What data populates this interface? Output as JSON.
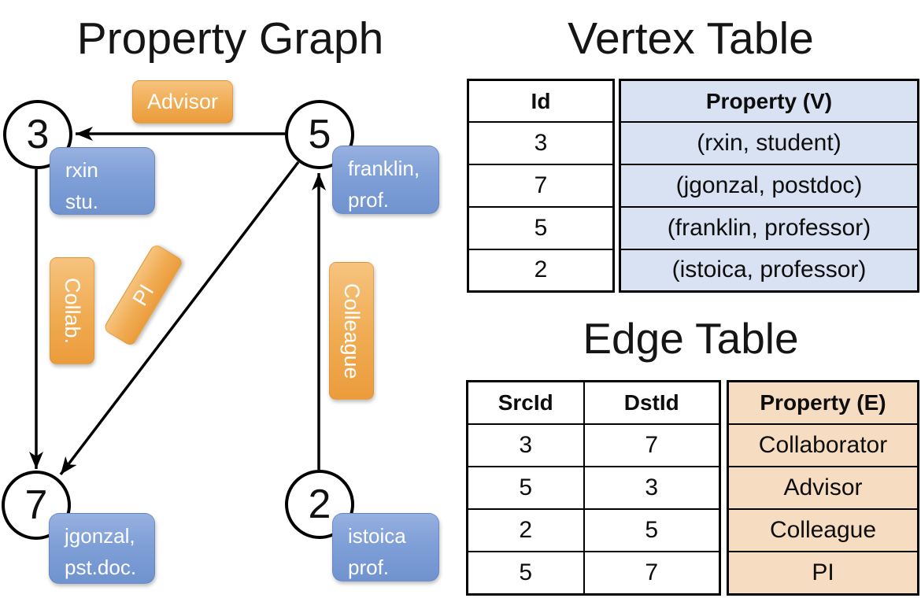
{
  "graph": {
    "title": "Property Graph",
    "nodes": [
      {
        "id": "3",
        "label_lines": [
          "rxin",
          "stu."
        ]
      },
      {
        "id": "5",
        "label_lines": [
          "franklin,",
          "prof."
        ]
      },
      {
        "id": "7",
        "label_lines": [
          "jgonzal,",
          "pst.doc."
        ]
      },
      {
        "id": "2",
        "label_lines": [
          "istoica",
          "prof."
        ]
      }
    ],
    "edge_labels": {
      "advisor": "Advisor",
      "collab": "Collab.",
      "pi": "PI",
      "colleague": "Colleague"
    }
  },
  "vertex_table": {
    "title": "Vertex Table",
    "columns": {
      "id": "Id",
      "property": "Property (V)"
    },
    "rows": [
      {
        "id": "3",
        "property": "(rxin, student)"
      },
      {
        "id": "7",
        "property": "(jgonzal, postdoc)"
      },
      {
        "id": "5",
        "property": "(franklin, professor)"
      },
      {
        "id": "2",
        "property": "(istoica, professor)"
      }
    ]
  },
  "edge_table": {
    "title": "Edge Table",
    "columns": {
      "src": "SrcId",
      "dst": "DstId",
      "property": "Property (E)"
    },
    "rows": [
      {
        "src": "3",
        "dst": "7",
        "property": "Collaborator"
      },
      {
        "src": "5",
        "dst": "3",
        "property": "Advisor"
      },
      {
        "src": "2",
        "dst": "5",
        "property": "Colleague"
      },
      {
        "src": "5",
        "dst": "7",
        "property": "PI"
      }
    ]
  },
  "colors": {
    "edge_label_fill": "#f0ab52",
    "node_property_fill": "#7f9fd7",
    "vertex_table_fill": "#d9e2f3",
    "edge_table_fill": "#f6dcc0",
    "line_color": "#000000"
  }
}
